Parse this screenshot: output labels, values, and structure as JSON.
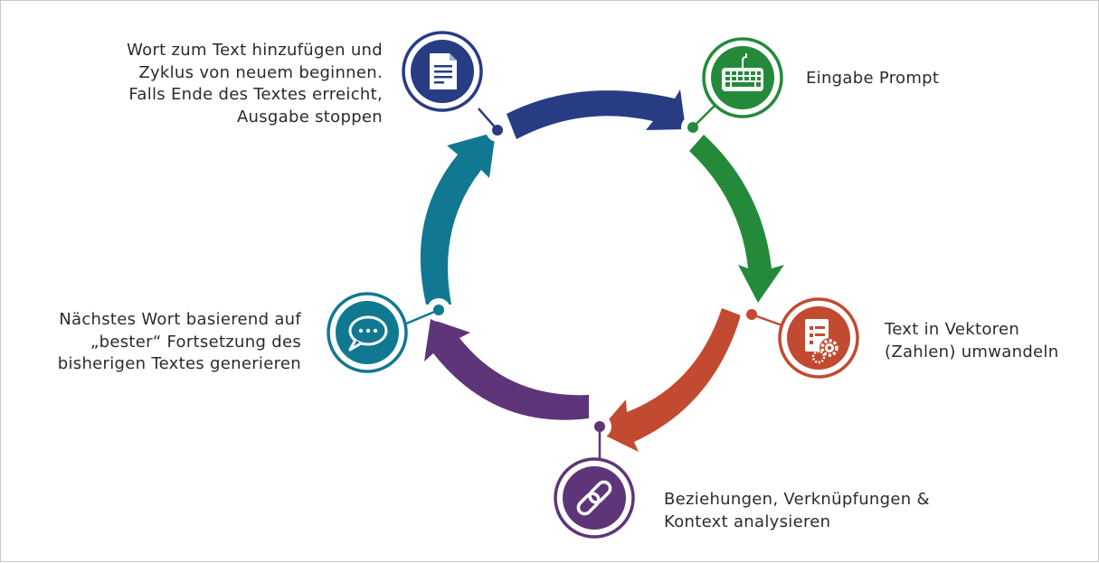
{
  "steps": [
    {
      "id": "input",
      "label": "Eingabe Prompt",
      "color": "#248a3a",
      "icon": "keyboard-icon"
    },
    {
      "id": "vectors",
      "label": "Text in Vektoren\n(Zahlen) umwandeln",
      "color": "#c24a30",
      "icon": "document-gear-icon"
    },
    {
      "id": "analyze",
      "label": "Beziehungen, Verknüpfungen &\nKontext analysieren",
      "color": "#5e3578",
      "icon": "link-icon"
    },
    {
      "id": "generate",
      "label": "Nächstes Wort basierend auf\n„bester“ Fortsetzung des\nbisherigen Textes generieren",
      "color": "#117891",
      "icon": "chat-bubble-icon"
    },
    {
      "id": "append",
      "label": "Wort zum Text hinzufügen und\nZyklus von neuem beginnen.\nFalls Ende des Textes erreicht,\nAusgabe stoppen",
      "color": "#273c82",
      "icon": "document-icon"
    }
  ]
}
